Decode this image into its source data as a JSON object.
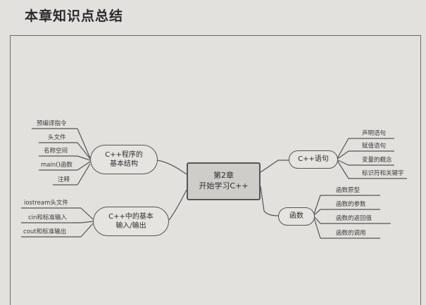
{
  "page_title": "本章知识点总结",
  "center": {
    "line1": "第2章",
    "line2": "开始学习C++"
  },
  "branches": {
    "structure": {
      "line1": "C++程序的",
      "line2": "基本结构",
      "items": [
        "预编译指令",
        "头文件",
        "名称空间",
        "main()函数",
        "注释"
      ]
    },
    "io": {
      "line1": "C++中的基本",
      "line2": "输入/输出",
      "items": [
        "iostream头文件",
        "cin和标准输入",
        "cout和标准输出"
      ]
    },
    "statements": {
      "label": "C++语句",
      "items": [
        "声明语句",
        "赋值语句",
        "变量的概念",
        "标识符和关键字"
      ]
    },
    "functions": {
      "label": "函数",
      "items": [
        "函数原型",
        "函数的参数",
        "函数的返回值",
        "函数的调用"
      ]
    }
  }
}
